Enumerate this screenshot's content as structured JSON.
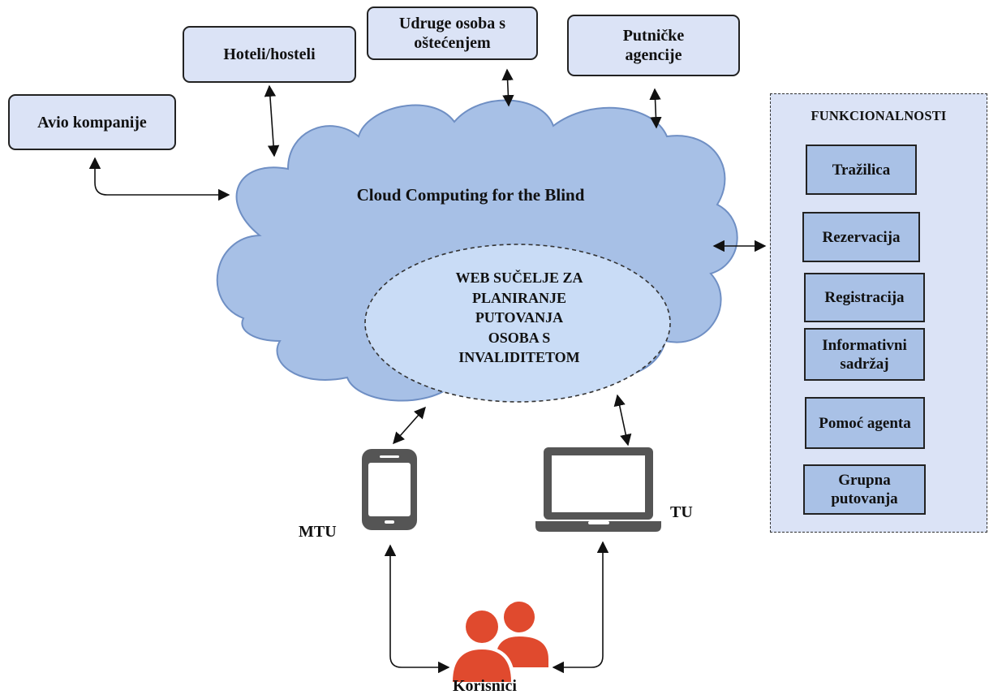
{
  "cloud": {
    "title": "Cloud Computing for the Blind",
    "web_interface": [
      "WEB SUČELJE ZA",
      "PLANIRANJE",
      "PUTOVANJA",
      "OSOBA S",
      "INVALIDITETOM"
    ]
  },
  "partners": {
    "avio": "Avio kompanije",
    "hoteli": "Hoteli/hosteli",
    "udruge": [
      "Udruge osoba s",
      "oštećenjem"
    ],
    "agencije": [
      "Putničke",
      "agencije"
    ]
  },
  "functions": {
    "title": "FUNKCIONALNOSTI",
    "items": [
      {
        "lines": [
          "Tražilica"
        ]
      },
      {
        "lines": [
          "Rezervacija"
        ]
      },
      {
        "lines": [
          "Registracija"
        ]
      },
      {
        "lines": [
          "Informativni",
          "sadržaj"
        ]
      },
      {
        "lines": [
          "Pomoć agenta"
        ]
      },
      {
        "lines": [
          "Grupna",
          "putovanja"
        ]
      }
    ]
  },
  "devices": {
    "mobile_label": "MTU",
    "laptop_label": "TU"
  },
  "users": {
    "label": "Korisnici"
  },
  "colors": {
    "cloud_fill": "#a7c0e6",
    "cloud_stroke": "#6f8fc4",
    "ellipse_fill": "#c9dcf6",
    "box_fill": "#dbe3f6",
    "func_fill": "#a9c1e6",
    "device": "#555555",
    "users": "#e04a2e"
  }
}
